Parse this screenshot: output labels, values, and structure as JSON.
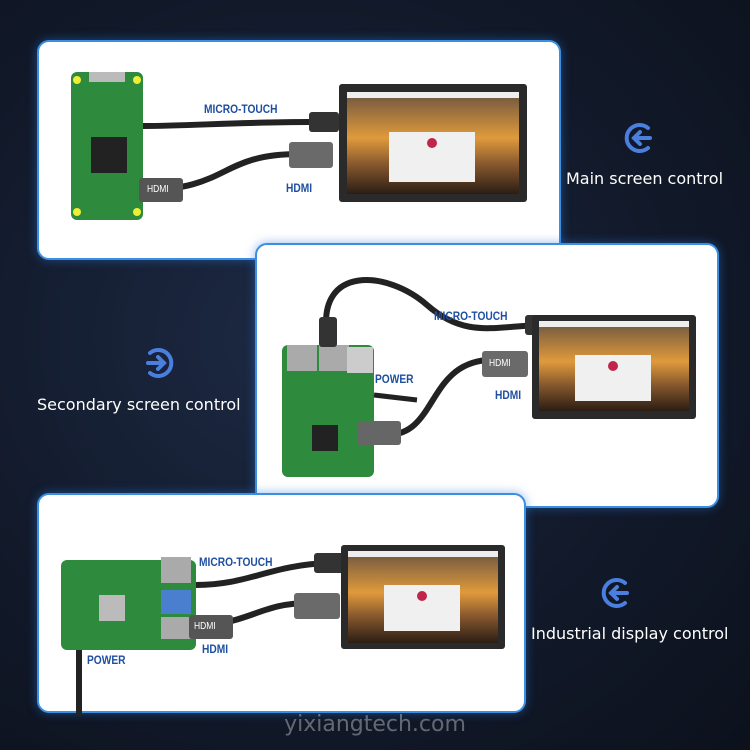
{
  "panels": [
    {
      "cable_labels": {
        "touch": "MICRO-TOUCH",
        "hdmi": "HDMI",
        "plug": "HDMI"
      },
      "caption": "Main screen control",
      "icon": "login-arrow-left-icon"
    },
    {
      "cable_labels": {
        "touch": "MICRO-TOUCH",
        "hdmi": "HDMI",
        "power": "POWER",
        "plug": "HDMI"
      },
      "caption": "Secondary screen control",
      "icon": "login-arrow-right-icon"
    },
    {
      "cable_labels": {
        "touch": "MICRO-TOUCH",
        "hdmi": "HDMI",
        "power": "POWER",
        "plug": "HDMI"
      },
      "caption": "Industrial display control",
      "icon": "login-arrow-left-icon"
    }
  ],
  "watermark": "yixiangtech.com",
  "colors": {
    "accent": "#3b8fe0",
    "label": "#1e4fa0",
    "board": "#2e8b3e",
    "icon": "#4a7fe0"
  }
}
